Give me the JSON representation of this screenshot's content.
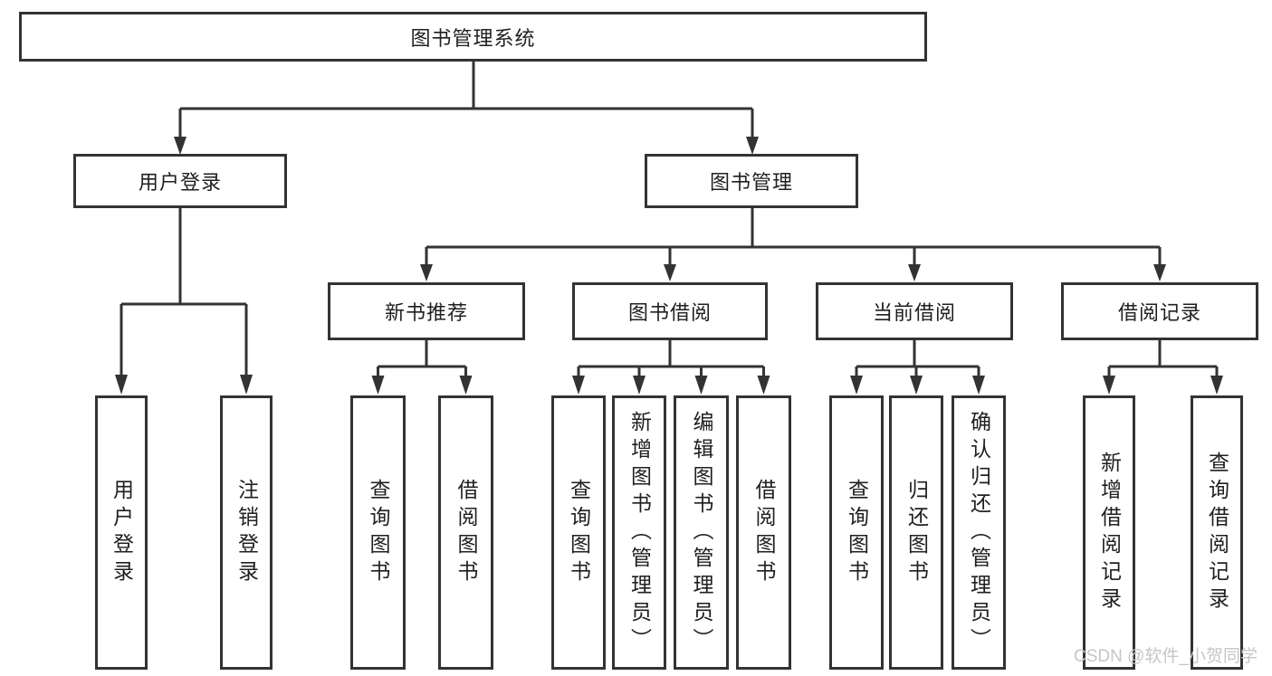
{
  "diagram": {
    "root": {
      "label": "图书管理系统"
    },
    "branches": [
      {
        "label": "用户登录",
        "children": [
          {
            "label": "用户登录"
          },
          {
            "label": "注销登录"
          }
        ]
      },
      {
        "label": "图书管理",
        "children": [
          {
            "label": "新书推荐",
            "children": [
              {
                "label": "查询图书"
              },
              {
                "label": "借阅图书"
              }
            ]
          },
          {
            "label": "图书借阅",
            "children": [
              {
                "label": "查询图书"
              },
              {
                "label": "新增图书（管理员）"
              },
              {
                "label": "编辑图书（管理员）"
              },
              {
                "label": "借阅图书"
              }
            ]
          },
          {
            "label": "当前借阅",
            "children": [
              {
                "label": "查询图书"
              },
              {
                "label": "归还图书"
              },
              {
                "label": "确认归还（管理员）"
              }
            ]
          },
          {
            "label": "借阅记录",
            "children": [
              {
                "label": "新增借阅记录"
              },
              {
                "label": "查询借阅记录"
              }
            ]
          }
        ]
      }
    ]
  },
  "watermark": {
    "text": "CSDN @软件_小贺同学"
  },
  "colors": {
    "line": "#333333",
    "box_border": "#333333",
    "background": "#ffffff",
    "text": "#1f1f1f",
    "watermark": "#c6c6c6"
  }
}
